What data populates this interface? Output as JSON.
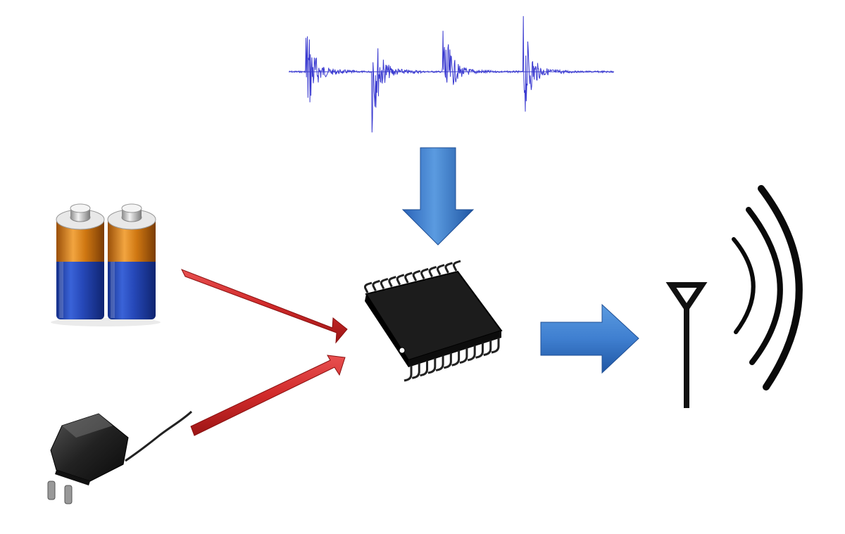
{
  "diagram": {
    "nodes": [
      {
        "id": "waveform",
        "icon": "audio-waveform-icon"
      },
      {
        "id": "batteries",
        "icon": "battery-pair-icon"
      },
      {
        "id": "power-adapter",
        "icon": "wall-power-adapter-icon"
      },
      {
        "id": "microcontroller",
        "icon": "integrated-circuit-chip-icon"
      },
      {
        "id": "antenna",
        "icon": "antenna-icon"
      },
      {
        "id": "radio-waves",
        "icon": "radio-waves-icon"
      }
    ],
    "edges": [
      {
        "from": "waveform",
        "to": "microcontroller",
        "style": "blue-arrow"
      },
      {
        "from": "batteries",
        "to": "microcontroller",
        "style": "red-arrow"
      },
      {
        "from": "power-adapter",
        "to": "microcontroller",
        "style": "red-arrow"
      },
      {
        "from": "microcontroller",
        "to": "antenna",
        "style": "blue-arrow"
      }
    ]
  },
  "colors": {
    "wave": "#3a3ad0",
    "blue_arrow": "#3f7fd0",
    "blue_arrow_dark": "#1f5aa8",
    "red_arrow": "#d93030",
    "red_arrow_dark": "#a51818",
    "chip_body": "#2a2a2a",
    "battery_blue": "#2547b8",
    "battery_gold": "#e08a1a",
    "adapter": "#1e1e1e",
    "antenna": "#111111"
  }
}
